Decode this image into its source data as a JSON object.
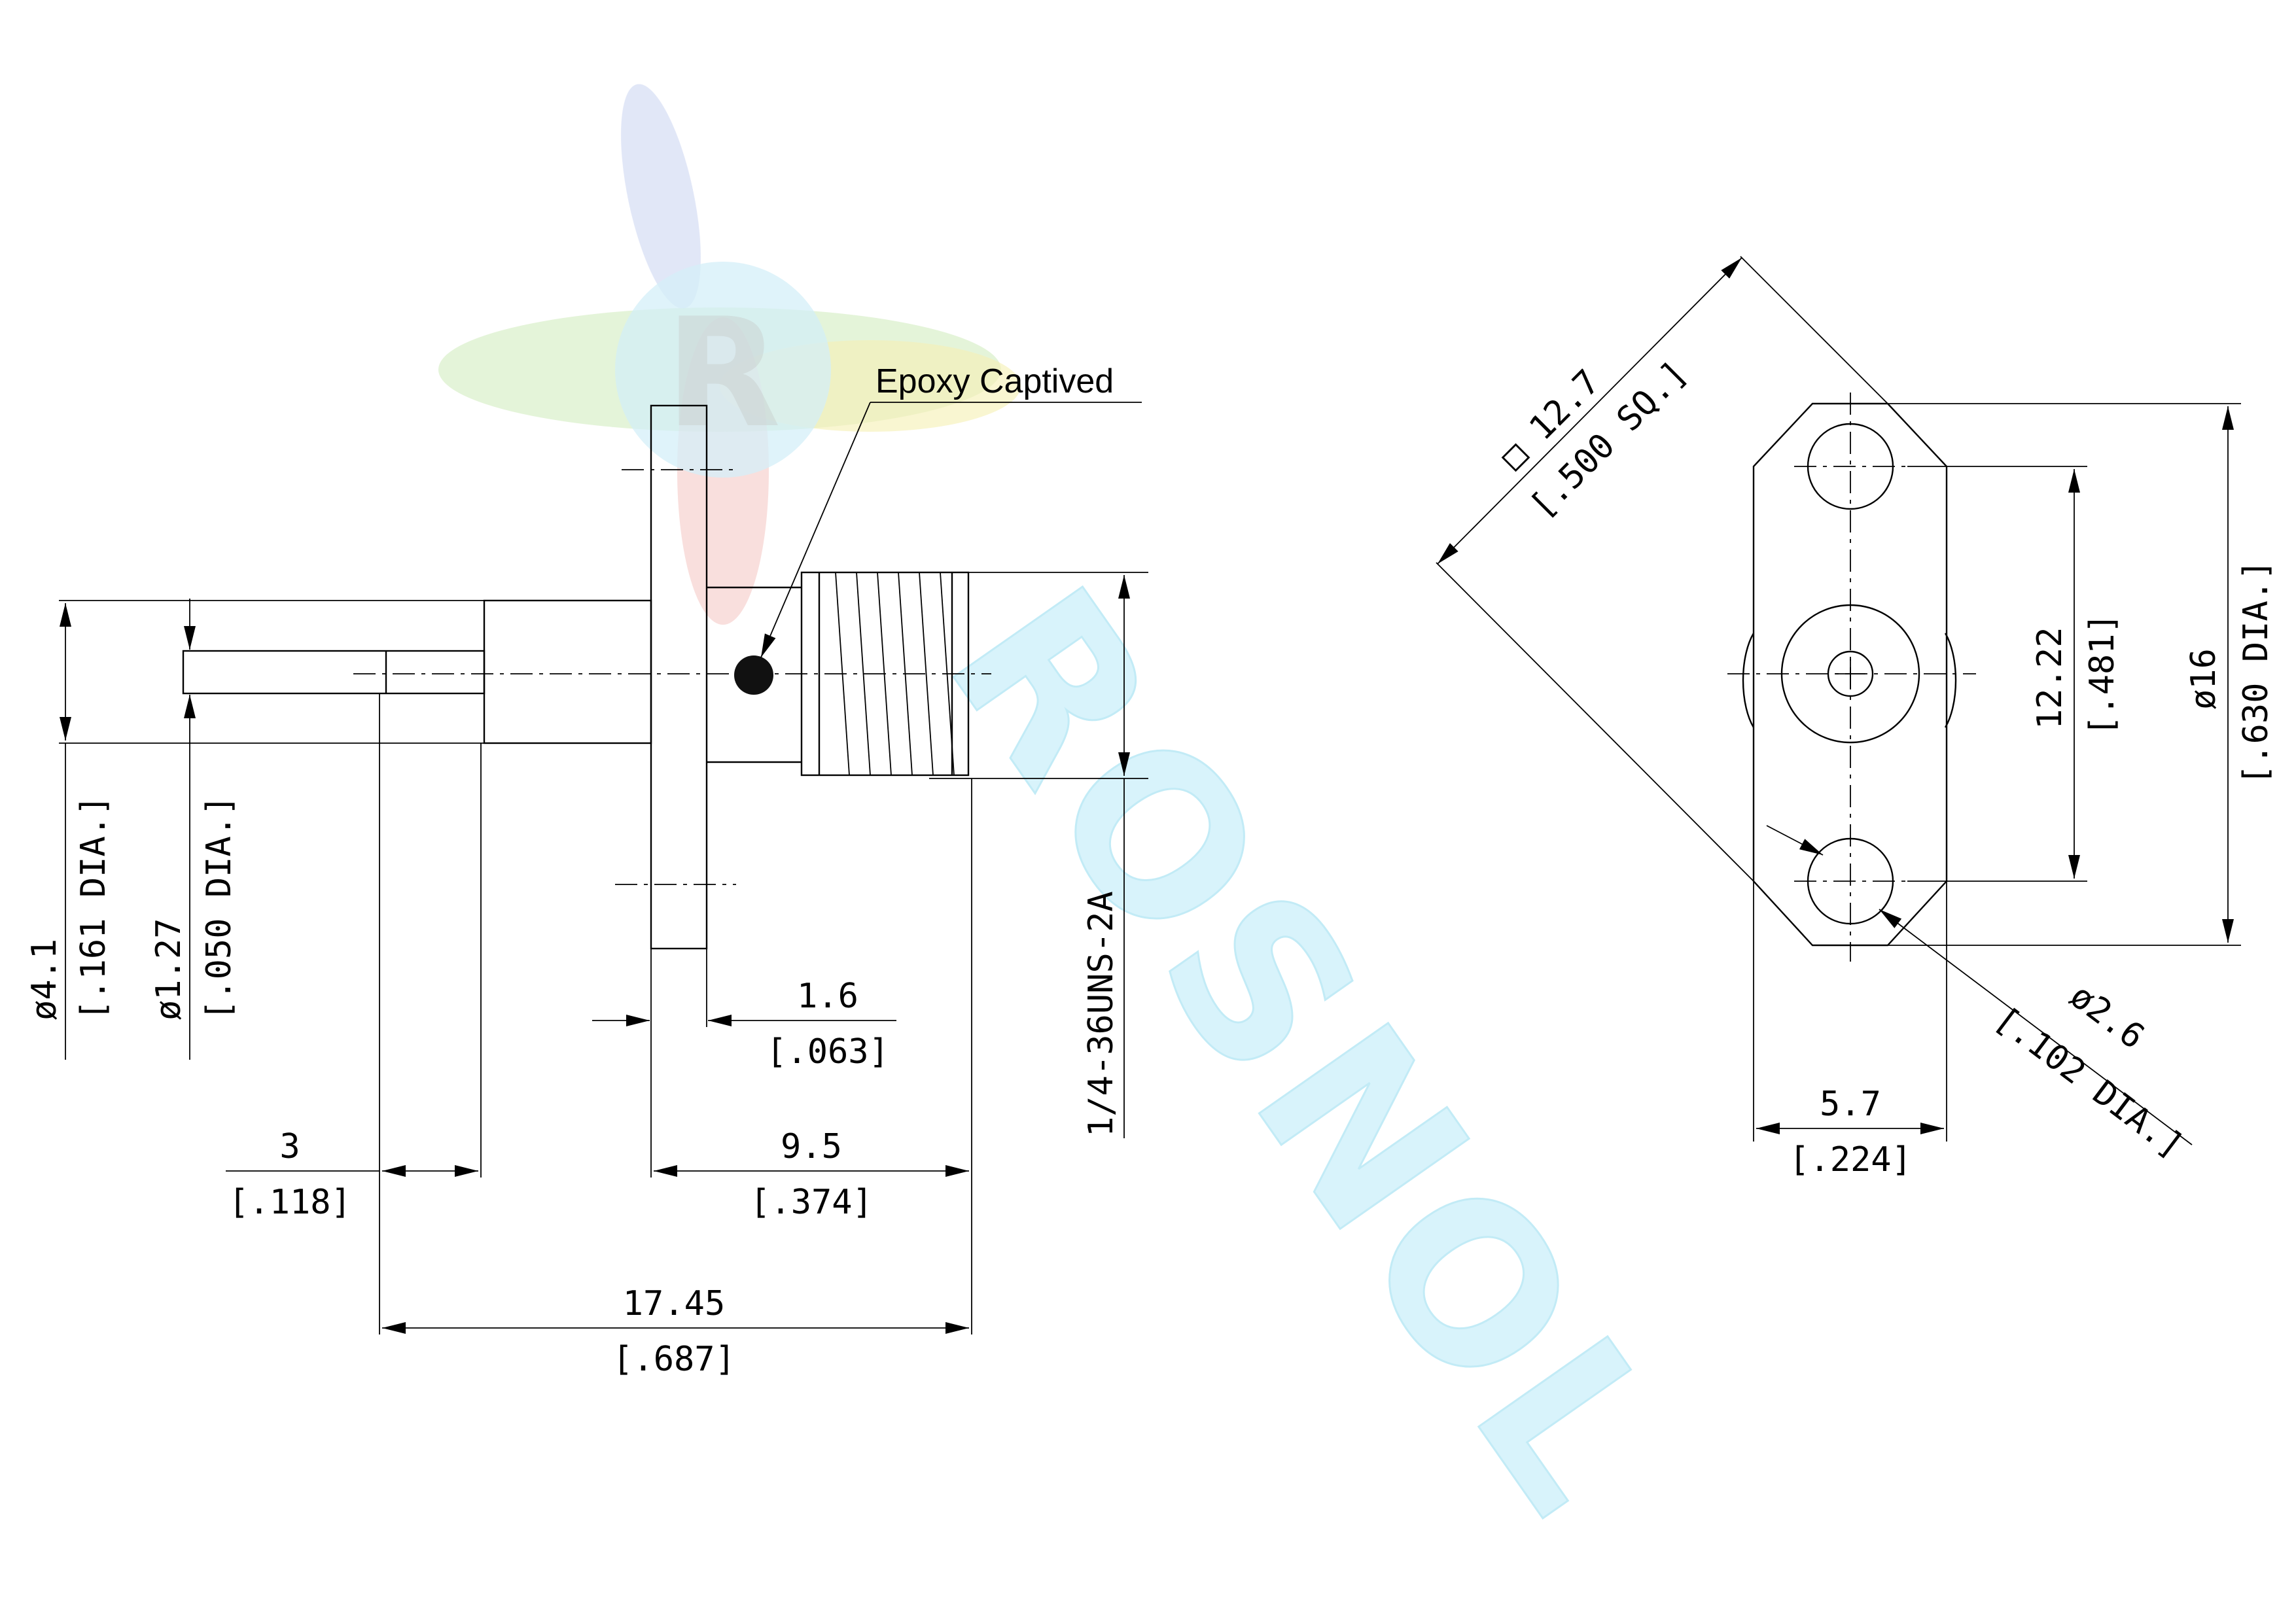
{
  "colors": {
    "line": "#000000",
    "background": "#ffffff",
    "watermark_text": "#d8f3fb",
    "logo_green": "#c9e8b0",
    "logo_yellow": "#f6efb0",
    "logo_red": "#f3c3bf",
    "logo_blue": "#c8d2f0",
    "logo_cyan": "#cfeef7"
  },
  "watermark": {
    "text": "ROSNOL",
    "logo_letter": "R"
  },
  "annotations": {
    "epoxy": "Epoxy Captived"
  },
  "side_view": {
    "dia_4_1": {
      "mm": "ø4.1",
      "inch": "[.161 DIA.]"
    },
    "dia_1_27": {
      "mm": "ø1.27",
      "inch": "[.050 DIA.]"
    },
    "thread": "1/4-36UNS-2A",
    "len_1_6": {
      "mm": "1.6",
      "inch": "[.063]"
    },
    "len_3": {
      "mm": "3",
      "inch": "[.118]"
    },
    "len_9_5": {
      "mm": "9.5",
      "inch": "[.374]"
    },
    "len_17_45": {
      "mm": "17.45",
      "inch": "[.687]"
    }
  },
  "front_view": {
    "square_12_7": {
      "mm": "□ 12.7",
      "inch": "[.500 SQ.]"
    },
    "spacing_12_22": {
      "mm": "12.22",
      "inch": "[.481]"
    },
    "dia_16": {
      "mm": "ø16",
      "inch": "[.630 DIA.]"
    },
    "hole_2_6": {
      "mm": "ø2.6",
      "inch": "[.102 DIA.]"
    },
    "width_5_7": {
      "mm": "5.7",
      "inch": "[.224]"
    }
  }
}
